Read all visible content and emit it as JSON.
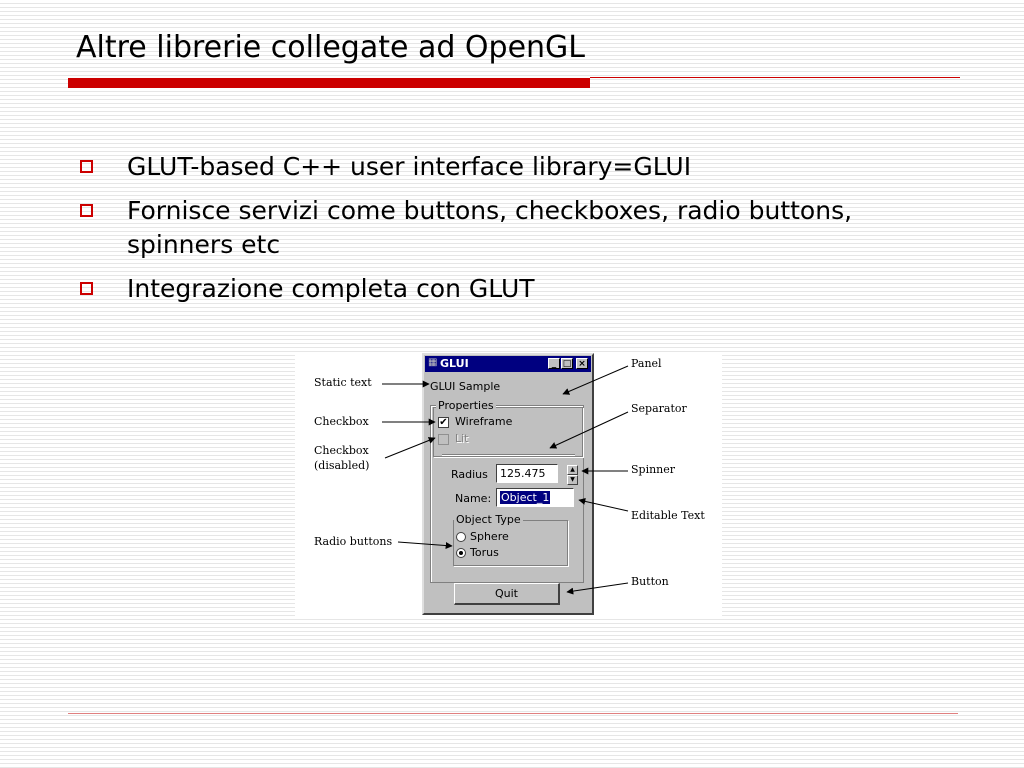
{
  "slide": {
    "title": "Altre librerie collegate ad OpenGL",
    "bullets": [
      "GLUT-based C++ user interface library=GLUI",
      "Fornisce servizi come buttons, checkboxes, radio buttons, spinners etc",
      "Integrazione completa con GLUT"
    ]
  },
  "figure": {
    "labels": {
      "static_text": "Static text",
      "checkbox": "Checkbox",
      "checkbox_disabled": "Checkbox\n(disabled)",
      "radio_buttons": "Radio buttons",
      "panel": "Panel",
      "separator": "Separator",
      "spinner": "Spinner",
      "editable_text": "Editable Text",
      "button": "Button"
    },
    "window": {
      "title": "GLUI",
      "minimize_glyph": "_",
      "maximize_glyph": "□",
      "close_glyph": "×",
      "static_text": "GLUI Sample",
      "properties_legend": "Properties",
      "wireframe_label": "Wireframe",
      "wireframe_mark": "✔",
      "lit_label": "Lit",
      "radius_label": "Radius",
      "radius_value": "125.475",
      "spin_up": "▲",
      "spin_down": "▼",
      "name_label": "Name:",
      "name_value": "Object_1",
      "object_type_legend": "Object Type",
      "radio_sphere": "Sphere",
      "radio_torus": "Torus",
      "quit_label": "Quit"
    }
  },
  "colors": {
    "accent_red": "#cc0000",
    "title_bar_blue": "#000080",
    "window_gray": "#c0c0c0"
  }
}
